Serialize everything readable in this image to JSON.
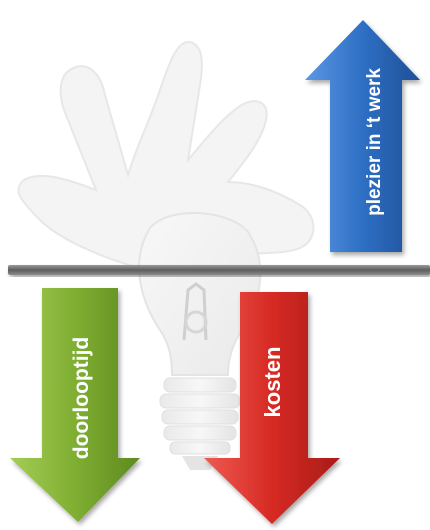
{
  "arrows": {
    "up": {
      "label": "plezier in ‘t werk",
      "direction": "up",
      "color": "#2e6fc4",
      "color_light": "#5c97e3",
      "color_dark": "#1f4f96"
    },
    "lead_time": {
      "label": "doorlooptijd",
      "direction": "down",
      "color": "#7fae32",
      "color_light": "#a4cd55",
      "color_dark": "#5e8a1f"
    },
    "costs": {
      "label": "kosten",
      "direction": "down",
      "color": "#d62a24",
      "color_light": "#ef5a50",
      "color_dark": "#a81c18"
    }
  },
  "background": {
    "icon": "lightbulb-hand-icon"
  }
}
